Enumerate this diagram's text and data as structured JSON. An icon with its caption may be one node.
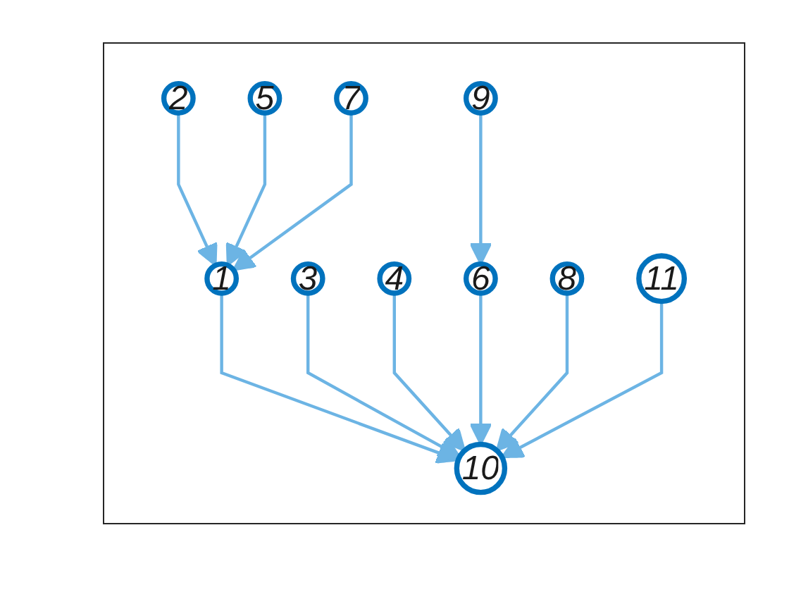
{
  "diagram": {
    "nodes": [
      {
        "text": [
          "2"
        ]
      },
      {
        "text": [
          "5"
        ]
      },
      {
        "text": [
          "7"
        ]
      },
      {
        "text": [
          "9"
        ]
      },
      {
        "text": [
          "1"
        ]
      },
      {
        "text": [
          "3"
        ]
      },
      {
        "text": [
          "4"
        ]
      },
      {
        "text": [
          "6"
        ]
      },
      {
        "text": [
          "8"
        ]
      },
      {
        "text": [
          "11"
        ]
      },
      {
        "text": [
          "10"
        ]
      }
    ],
    "edges": [
      {
        "from": 0,
        "to": 4,
        "arrow": "to"
      },
      {
        "from": 1,
        "to": 4,
        "arrow": "to"
      },
      {
        "from": 2,
        "to": 4,
        "arrow": "to"
      },
      {
        "from": 3,
        "to": 7,
        "arrow": "to"
      },
      {
        "from": 4,
        "to": 10,
        "arrow": "to"
      },
      {
        "from": 5,
        "to": 10,
        "arrow": "to"
      },
      {
        "from": 6,
        "to": 10,
        "arrow": "to"
      },
      {
        "from": 7,
        "to": 10,
        "arrow": "to"
      },
      {
        "from": 8,
        "to": 10,
        "arrow": "to"
      },
      {
        "from": 9,
        "to": 10,
        "arrow": "to"
      }
    ]
  }
}
